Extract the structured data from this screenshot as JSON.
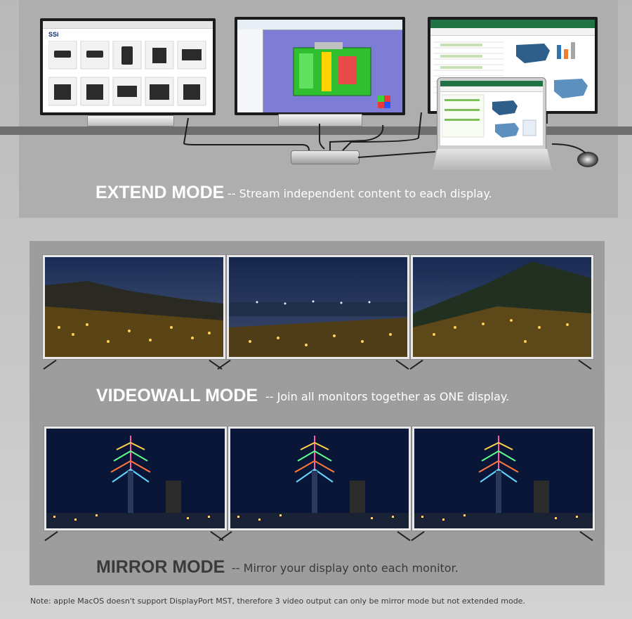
{
  "extend": {
    "title": "EXTEND MODE",
    "description": "-- Stream independent content to each display.",
    "monitor_left_logo": "SSi"
  },
  "videowall": {
    "title": "VIDEOWALL MODE",
    "description": "-- Join all monitors together as ONE display."
  },
  "mirror": {
    "title": "MIRROR MODE",
    "description": "-- Mirror your display onto each monitor."
  },
  "note": "Note: apple MacOS doesn't support DisplayPort MST, therefore 3 video output can only be mirror mode but not extended mode.",
  "colors": {
    "panel_top": "#aeaeae",
    "panel_bottom": "#9d9d9d",
    "title_white": "#ffffff",
    "title_dark": "#3a3a3a",
    "sheet_green": "#217346",
    "cad_purple": "#7f7cd6"
  }
}
